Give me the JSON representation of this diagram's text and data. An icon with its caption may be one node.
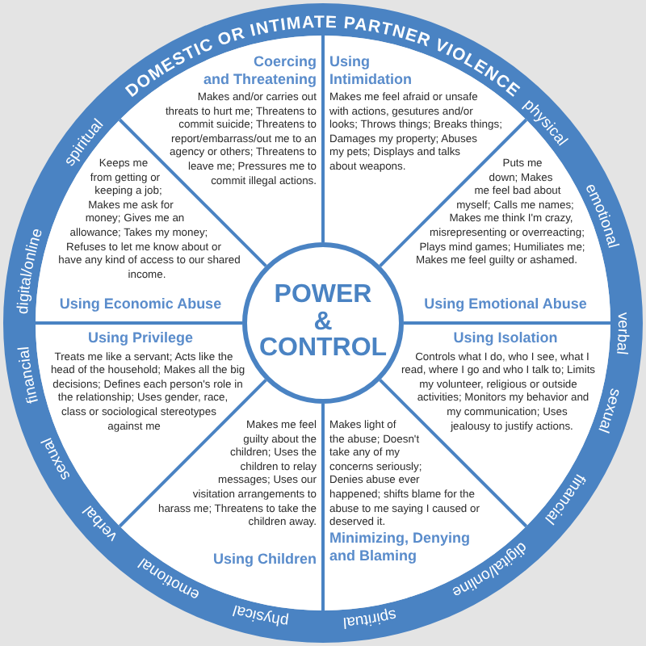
{
  "diagram": {
    "title": "DOMESTIC OR INTIMATE PARTNER VIOLENCE",
    "nodes": [
      {
        "text": [
          "Coercing and Threatening",
          "Makes and/or carries out threats to hurt me; Threatens to commit suicide; Threatens to report/embarrass/out me to an agency or others; Threatens to leave me; Pressures me to commit illegal actions."
        ]
      },
      {
        "text": [
          "Using Intimidation",
          "Makes me feel afraid or unsafe with actions, gesutures and/or looks; Throws things; Breaks things; Damages my property; Abuses my pets; Displays and talks about weapons."
        ]
      },
      {
        "text": [
          "Keeps me from getting or keeping a job; Makes me ask for money; Gives me an allowance; Takes my money; Refuses to let me know about or have any kind of access to our shared income.",
          "Using Economic Abuse"
        ]
      },
      {
        "text": [
          "Puts me down; Makes me feel bad about myself; Calls me names; Makes me think I'm crazy, misrepresenting or overreacting; Plays mind games; Humiliates me; Makes me feel guilty or ashamed.",
          "Using Emotional Abuse"
        ]
      },
      {
        "text": [
          "POWER & CONTROL"
        ]
      },
      {
        "text": [
          "Using Privilege",
          "Treats me like a servant; Acts like the head of the household; Makes all the big decisions; Defines each person's role in the relationship; Uses gender, race, class or sociological stereotypes against me"
        ]
      },
      {
        "text": [
          "Using Isolation",
          "Controls what I do, who I see, what I read, where I go and who I talk to; Limits my volunteer, religious or outside activities; Monitors my behavior and my communication; Uses jealousy to justify actions."
        ]
      },
      {
        "text": [
          "Makes me feel guilty about the children; Uses the children to relay messages; Uses our visitation arrangements to harass me; Threatens to take the children away.",
          "Using Children"
        ]
      },
      {
        "text": [
          "Makes light of the abuse; Doesn't take any of my concerns seriously; Denies abuse ever happened; shifts blame for the abuse to me saying I caused or deserved it.",
          "Minimizing, Denying and Blaming"
        ]
      }
    ],
    "labels": [
      "physical",
      "emotional",
      "verbal",
      "sexual",
      "financial",
      "digital/online",
      "spiritual",
      "physical",
      "emotional",
      "verbal",
      "sexual",
      "financial",
      "digital/online",
      "spiritual"
    ]
  }
}
